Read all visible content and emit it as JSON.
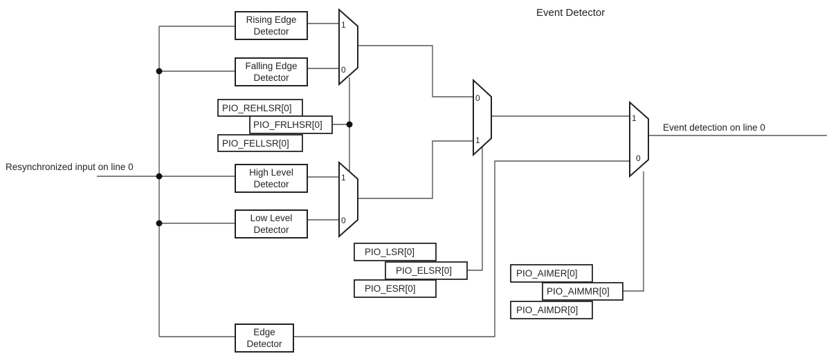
{
  "title": "Event Detector",
  "input_label": "Resynchronized input on line 0",
  "output_label": "Event detection on line 0",
  "detectors": {
    "rising": [
      "Rising Edge",
      "Detector"
    ],
    "falling": [
      "Falling Edge",
      "Detector"
    ],
    "high": [
      "High Level",
      "Detector"
    ],
    "low": [
      "Low Level",
      "Detector"
    ],
    "edge": [
      "Edge",
      "Detector"
    ]
  },
  "registers": {
    "rehlsr": "PIO_REHLSR[0]",
    "frlhsr": "PIO_FRLHSR[0]",
    "fellsr": "PIO_FELLSR[0]",
    "lsr": "PIO_LSR[0]",
    "elsr": "PIO_ELSR[0]",
    "esr": "PIO_ESR[0]",
    "aimer": "PIO_AIMER[0]",
    "aimmr": "PIO_AIMMR[0]",
    "aimdr": "PIO_AIMDR[0]"
  },
  "mux_pins": {
    "one": "1",
    "zero": "0"
  }
}
